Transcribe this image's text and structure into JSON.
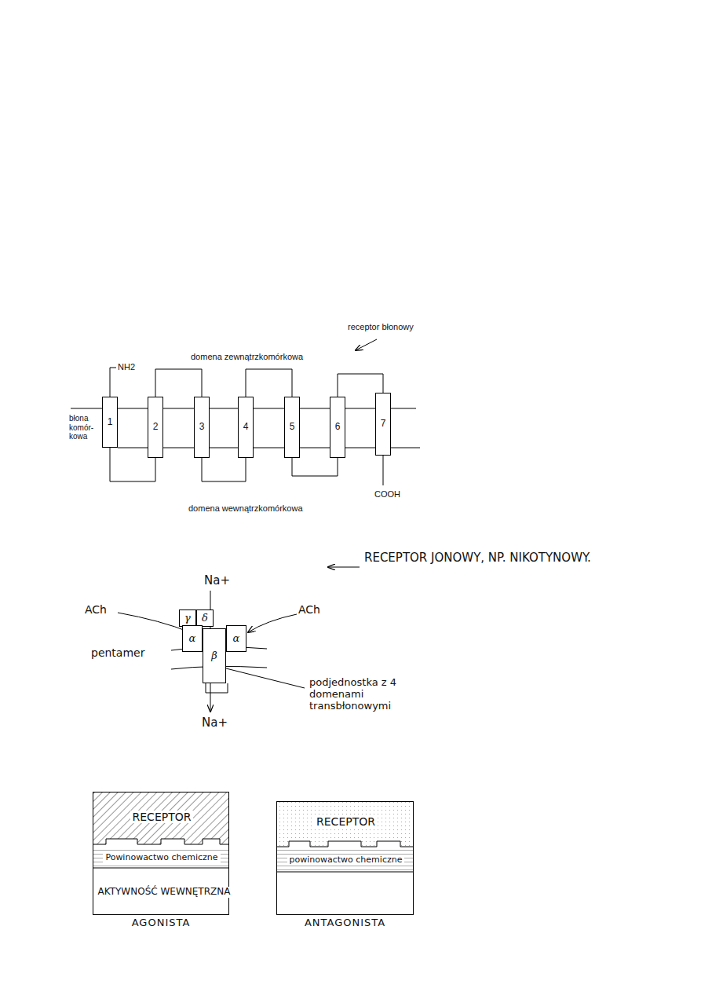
{
  "diagram": {
    "nodes": [
      {
        "text": [
          "1"
        ]
      },
      {
        "text": [
          "2"
        ]
      },
      {
        "text": [
          "3"
        ]
      },
      {
        "text": [
          "4"
        ]
      },
      {
        "text": [
          "5"
        ]
      },
      {
        "text": [
          "6"
        ]
      },
      {
        "text": [
          "7"
        ]
      },
      {
        "text": [
          "γ"
        ]
      },
      {
        "text": [
          "δ"
        ]
      },
      {
        "text": [
          "α"
        ]
      },
      {
        "text": [
          "β"
        ]
      },
      {
        "text": [
          "α"
        ]
      },
      {
        "text": [
          "AGONISTA"
        ]
      },
      {
        "text": [
          "RECEPTOR"
        ],
        "in": 12
      },
      {
        "text": [
          "Powinowactwo chemiczne"
        ],
        "in": 12
      },
      {
        "text": [
          "AKTYWNOŚĆ WEWNĘTRZNA"
        ],
        "in": 12
      },
      {
        "text": [
          "ANTAGONISTA"
        ]
      },
      {
        "text": [
          "RECEPTOR"
        ],
        "in": 16
      },
      {
        "text": [
          "powinowactwo chemiczne"
        ],
        "in": 16
      }
    ],
    "edges": [
      {
        "from": 0,
        "to": 1,
        "arrow": "none"
      },
      {
        "from": 1,
        "to": 2,
        "arrow": "none"
      },
      {
        "from": 2,
        "to": 3,
        "arrow": "none"
      },
      {
        "from": 3,
        "to": 4,
        "arrow": "none"
      },
      {
        "from": 4,
        "to": 5,
        "arrow": "none"
      },
      {
        "from": 5,
        "to": 6,
        "arrow": "none"
      }
    ],
    "labels": [
      "receptor błonowy",
      "domena zewnątrzkomórkowa",
      "NH2",
      "błona komór- kowa",
      "COOH",
      "domena wewnątrzkomórkowa",
      "RECEPTOR JONOWY, NP. NIKOTYNOWY.",
      "Na+",
      "ACh",
      "ACh",
      "pentamer",
      "podjednostka z 4 domenami transbłonowymi",
      "Na+"
    ]
  }
}
